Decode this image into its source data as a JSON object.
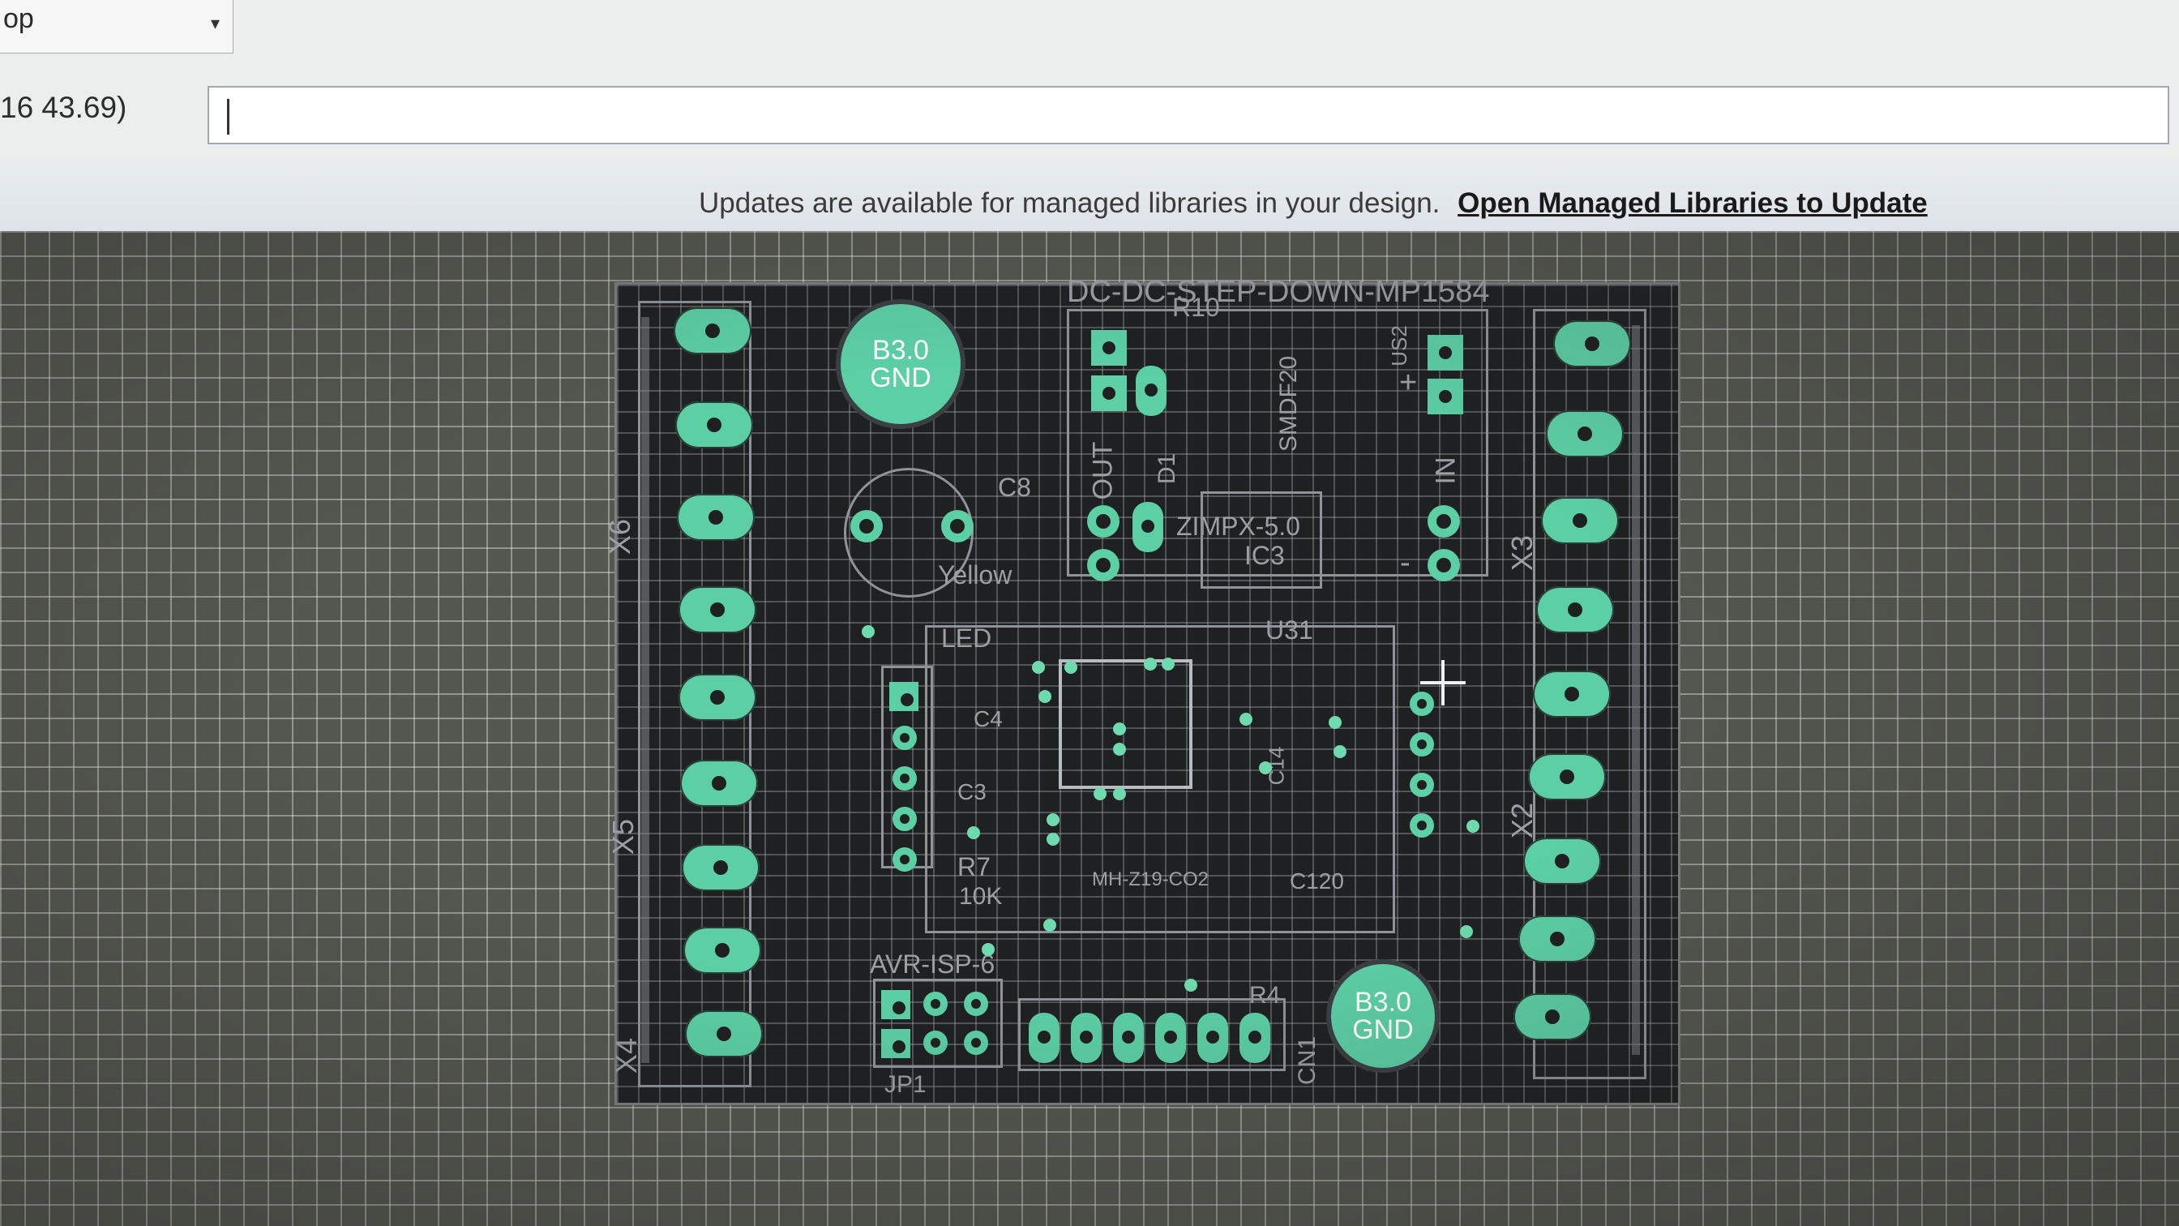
{
  "toolbar": {
    "layer_select_value": "op",
    "layer_select_arrow": "▾",
    "coordinate_readout": "16 43.69)",
    "command_placeholder": ""
  },
  "notification": {
    "message": "Updates are available for managed libraries in your design.",
    "link_label": "Open Managed Libraries to Update"
  },
  "board": {
    "title": "DC-DC-STEP-DOWN-MP1584",
    "labels": {
      "r10": "R10",
      "smd": "SMDF20",
      "us2": "US2",
      "in": "IN",
      "out": "OUT",
      "d1": "D1",
      "c8": "C8",
      "yellow": "Yellow",
      "led": "LED",
      "ic": "ZIMPX-5.0",
      "ic2": "IC3",
      "u31": "U31",
      "r7": "R7",
      "r7_val": "10K",
      "mh": "MH-Z19-CO2",
      "avr": "AVR-ISP-6",
      "jp1": "JP1",
      "x4": "X4",
      "x5": "X5",
      "x6": "X6",
      "x2": "X2",
      "x3": "X3",
      "cn1": "CN1",
      "rb": "R4",
      "c120": "C120",
      "c14": "C14",
      "c3": "C3",
      "c4": "C4",
      "plus": "+",
      "minus": "-"
    },
    "mount_holes": [
      {
        "line1": "B3.0",
        "line2": "GND"
      },
      {
        "line1": "B3.0",
        "line2": "GND"
      }
    ],
    "pad_color": "#5ccfa5",
    "board_color": "#1f2022"
  },
  "colors": {
    "canvas_bg": "#545650",
    "toolbar_bg": "#eceded",
    "notice_bg": "#e3e8ec"
  },
  "icons": {
    "dropdown": "chevron-down-icon",
    "cursor": "crosshair-icon"
  }
}
